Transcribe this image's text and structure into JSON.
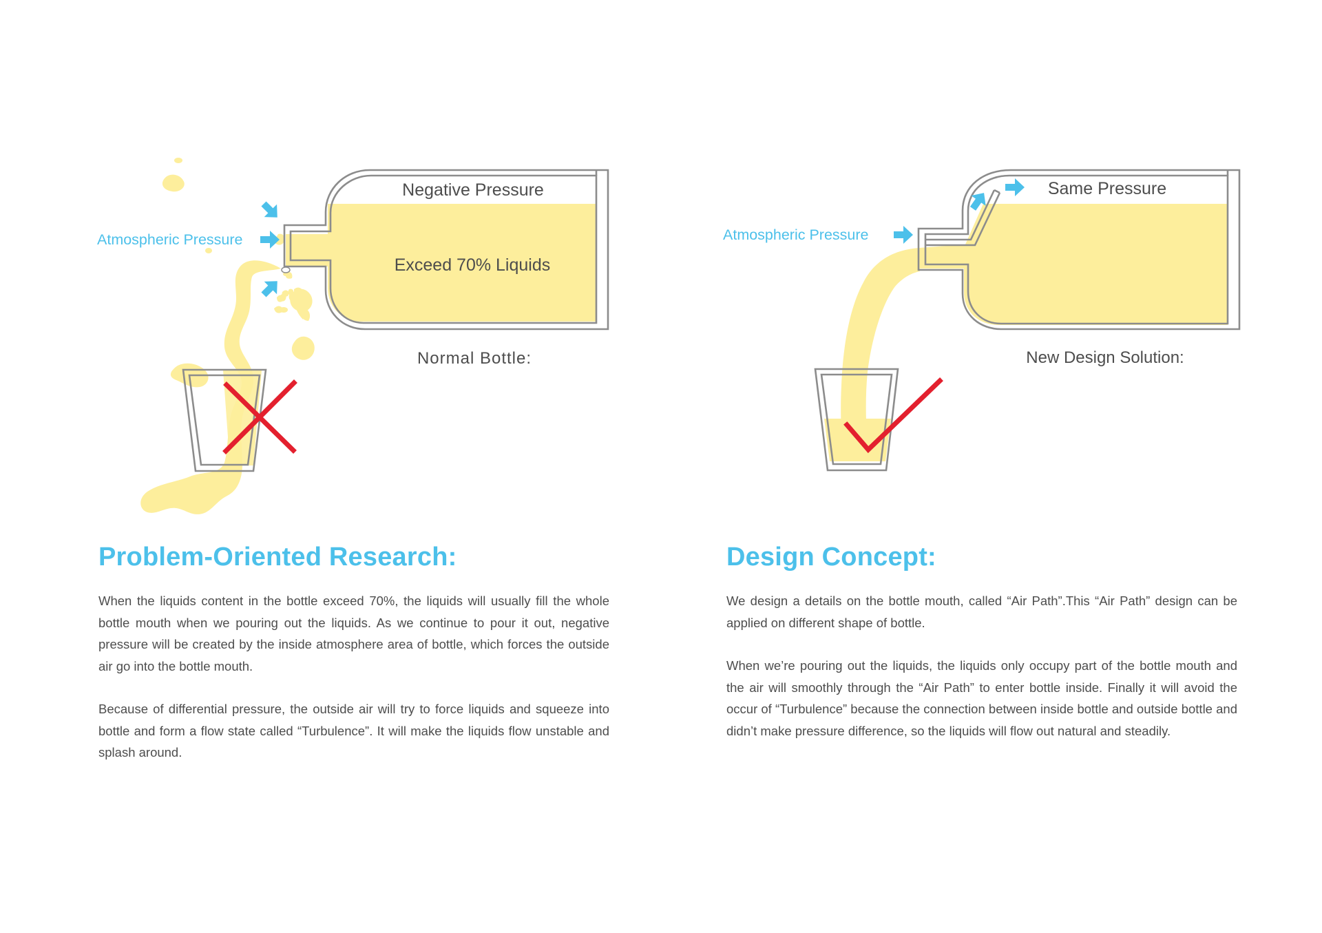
{
  "colors": {
    "accent_blue": "#4cc0ea",
    "liquid_yellow": "#fdee9c",
    "bottle_outline": "#8c8c8c",
    "cross_red": "#e3202e",
    "check_red": "#e3202e",
    "text_dark": "#4d4d4d"
  },
  "normal_bottle": {
    "top_label": "Negative Pressure",
    "fill_label": "Exceed 70% Liquids",
    "caption": "Normal Bottle:",
    "air_label": "Atmospheric Pressure",
    "result_icon": "red-cross-icon"
  },
  "new_bottle": {
    "top_label": "Same Pressure",
    "caption": "New Design Solution:",
    "air_label": "Atmospheric Pressure",
    "result_icon": "red-check-icon"
  },
  "research": {
    "heading": "Problem-Oriented Research:",
    "paragraphs": [
      "When the liquids content in the bottle exceed 70%, the liquids will usually fill the whole bottle mouth when we pouring out the liquids. As we continue to pour it out, negative pressure will be created by the inside atmosphere area of bottle, which forces the outside air go into the bottle mouth.",
      "Because of differential pressure, the outside air will try to force liquids and squeeze into bottle and form a flow state called “Turbulence”. It will make the liquids flow unstable and splash around."
    ]
  },
  "concept": {
    "heading": "Design Concept:",
    "paragraphs": [
      "We design a details on the bottle mouth, called “Air Path”.This “Air Path” design can be applied on different shape of bottle.",
      "When we’re pouring out the liquids, the liquids only occupy part of the bottle mouth and the air will smoothly through the “Air Path” to enter bottle inside. Finally it will avoid the occur of “Turbulence” because the connection between inside bottle and outside bottle and didn’t make pressure difference, so the liquids will flow out natural and steadily."
    ]
  }
}
